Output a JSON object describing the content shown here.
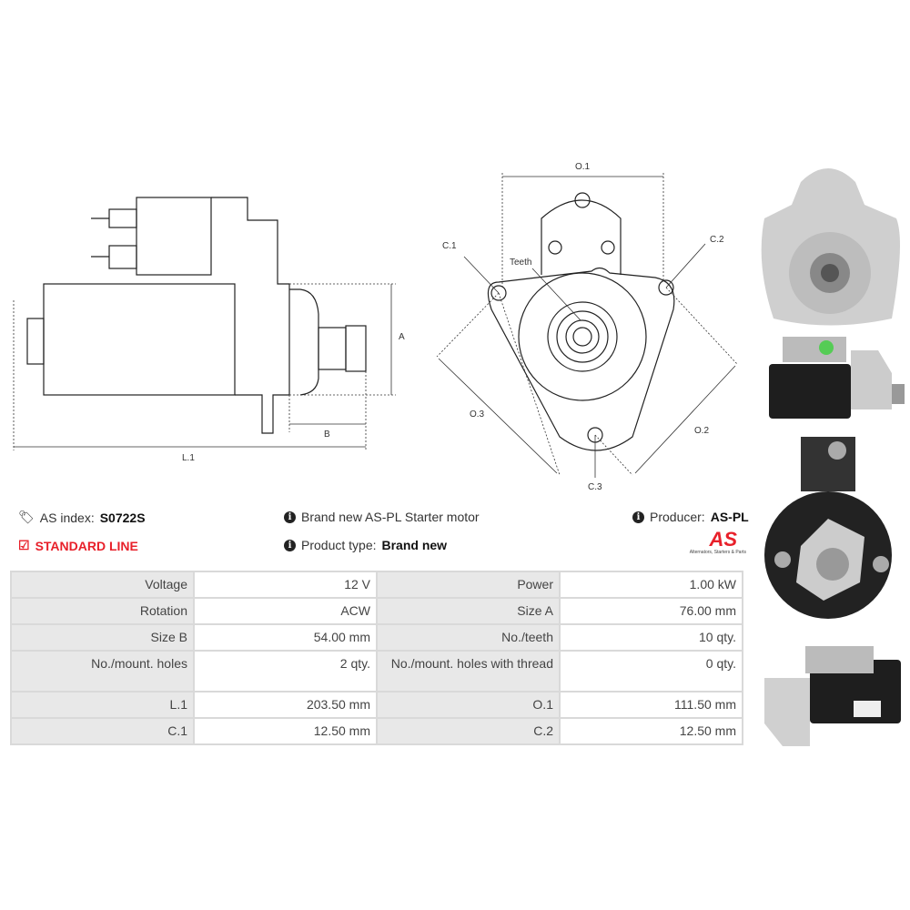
{
  "drawing_side": {
    "A": "A",
    "B": "B",
    "L1": "L.1"
  },
  "drawing_front": {
    "O1": "O.1",
    "C1": "C.1",
    "C2": "C.2",
    "C3": "C.3",
    "O2": "O.2",
    "O3": "O.3",
    "teeth": "Teeth"
  },
  "info": {
    "as_index_label": "AS index:",
    "as_index_value": "S0722S",
    "line": "STANDARD LINE",
    "description": "Brand new AS-PL Starter motor",
    "product_type_label": "Product type:",
    "product_type_value": "Brand new",
    "producer_label": "Producer:",
    "producer_value": "AS-PL",
    "logo_text": "AS",
    "logo_tagline": "Alternators, Starters & Parts"
  },
  "specs": [
    [
      "Voltage",
      "12 V",
      "Power",
      "1.00 kW"
    ],
    [
      "Rotation",
      "ACW",
      "Size A",
      "76.00 mm"
    ],
    [
      "Size B",
      "54.00 mm",
      "No./teeth",
      "10 qty."
    ],
    [
      "No./mount. holes",
      "2 qty.",
      "No./mount. holes with thread",
      "0 qty."
    ],
    [
      "L.1",
      "203.50 mm",
      "O.1",
      "111.50 mm"
    ],
    [
      "C.1",
      "12.50 mm",
      "C.2",
      "12.50 mm"
    ]
  ],
  "colors": {
    "accent": "#e8202a",
    "label_bg": "#e8e8e8",
    "border": "#d9d9d9"
  }
}
